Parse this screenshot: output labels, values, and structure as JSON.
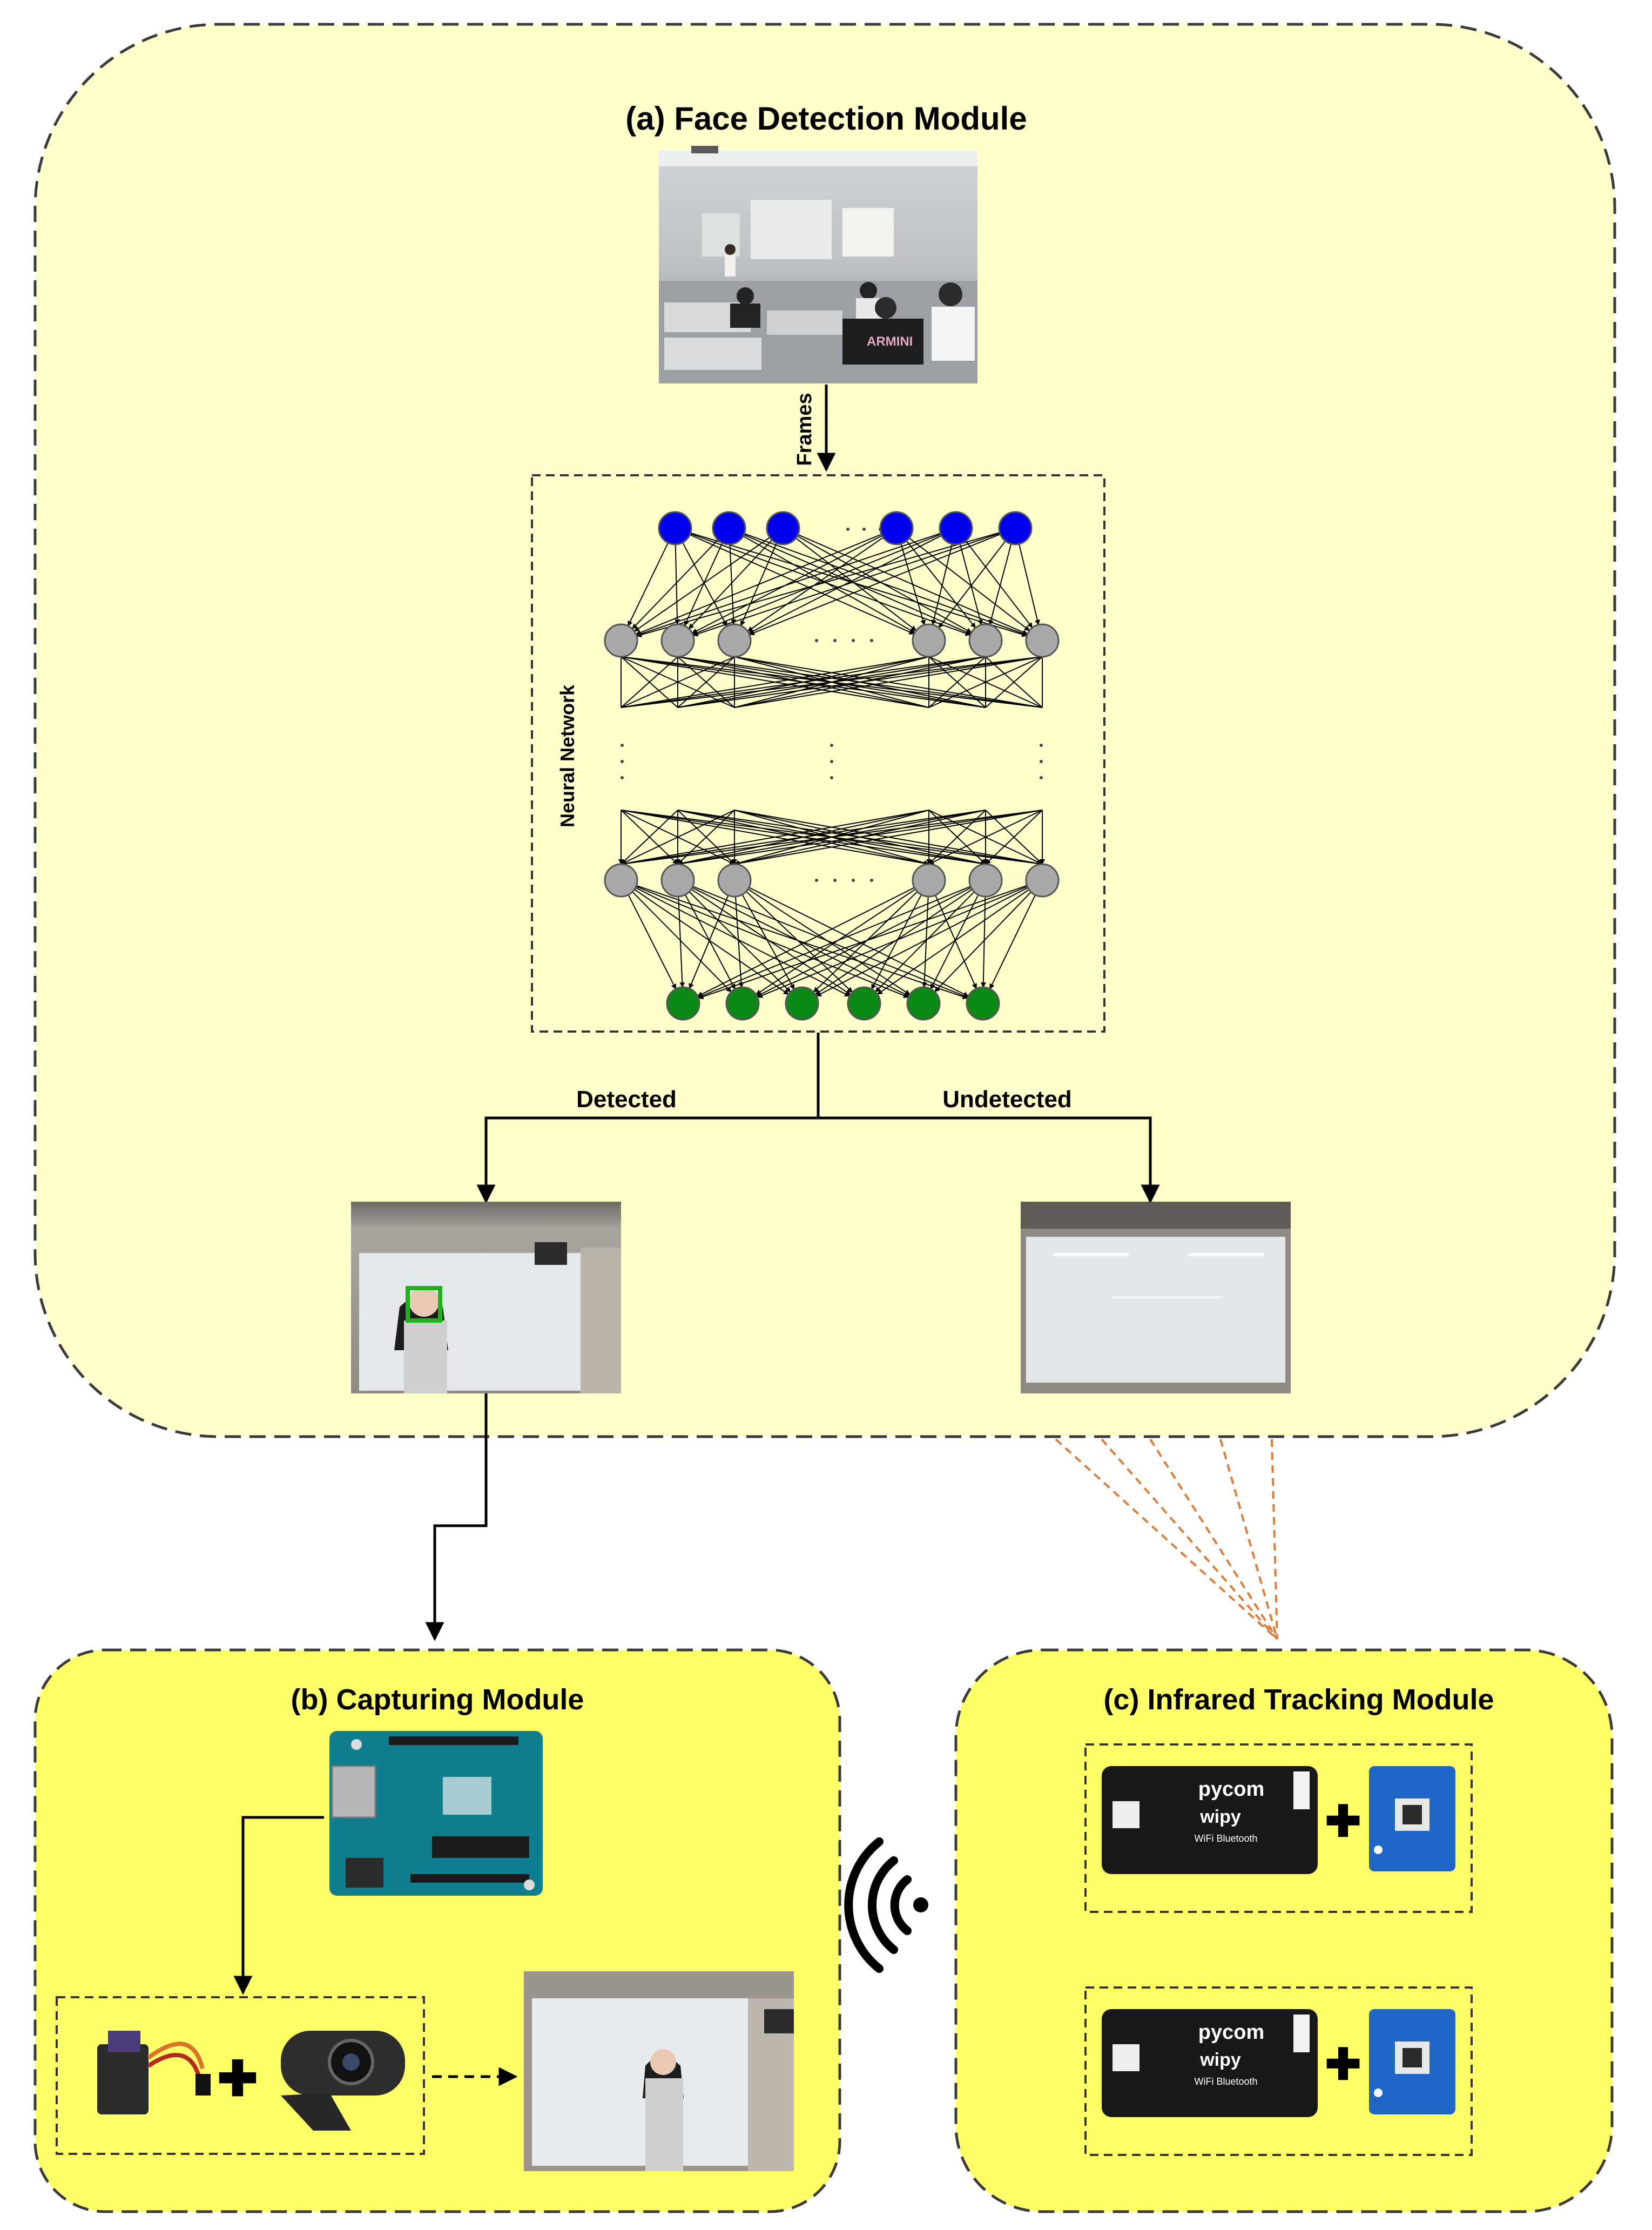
{
  "module_a": {
    "title": "(a) Face Detection Module"
  },
  "module_b": {
    "title": "(b) Capturing Module"
  },
  "module_c": {
    "title": "(c) Infrared Tracking Module"
  },
  "labels": {
    "frames": "Frames",
    "neural_network": "Neural Network",
    "detected": "Detected",
    "undetected": "Undetected"
  },
  "neural_network": {
    "input_color": "#0000ee",
    "hidden_color": "#a9a9a9",
    "output_color": "#0a8a14"
  },
  "boards": {
    "brand": "pycom",
    "model": "wipy",
    "features": "WiFi  Bluetooth"
  },
  "colors": {
    "module_a_fill": "#ffffcc",
    "module_bc_fill": "#ffff66",
    "ir_link": "#e07b39"
  }
}
